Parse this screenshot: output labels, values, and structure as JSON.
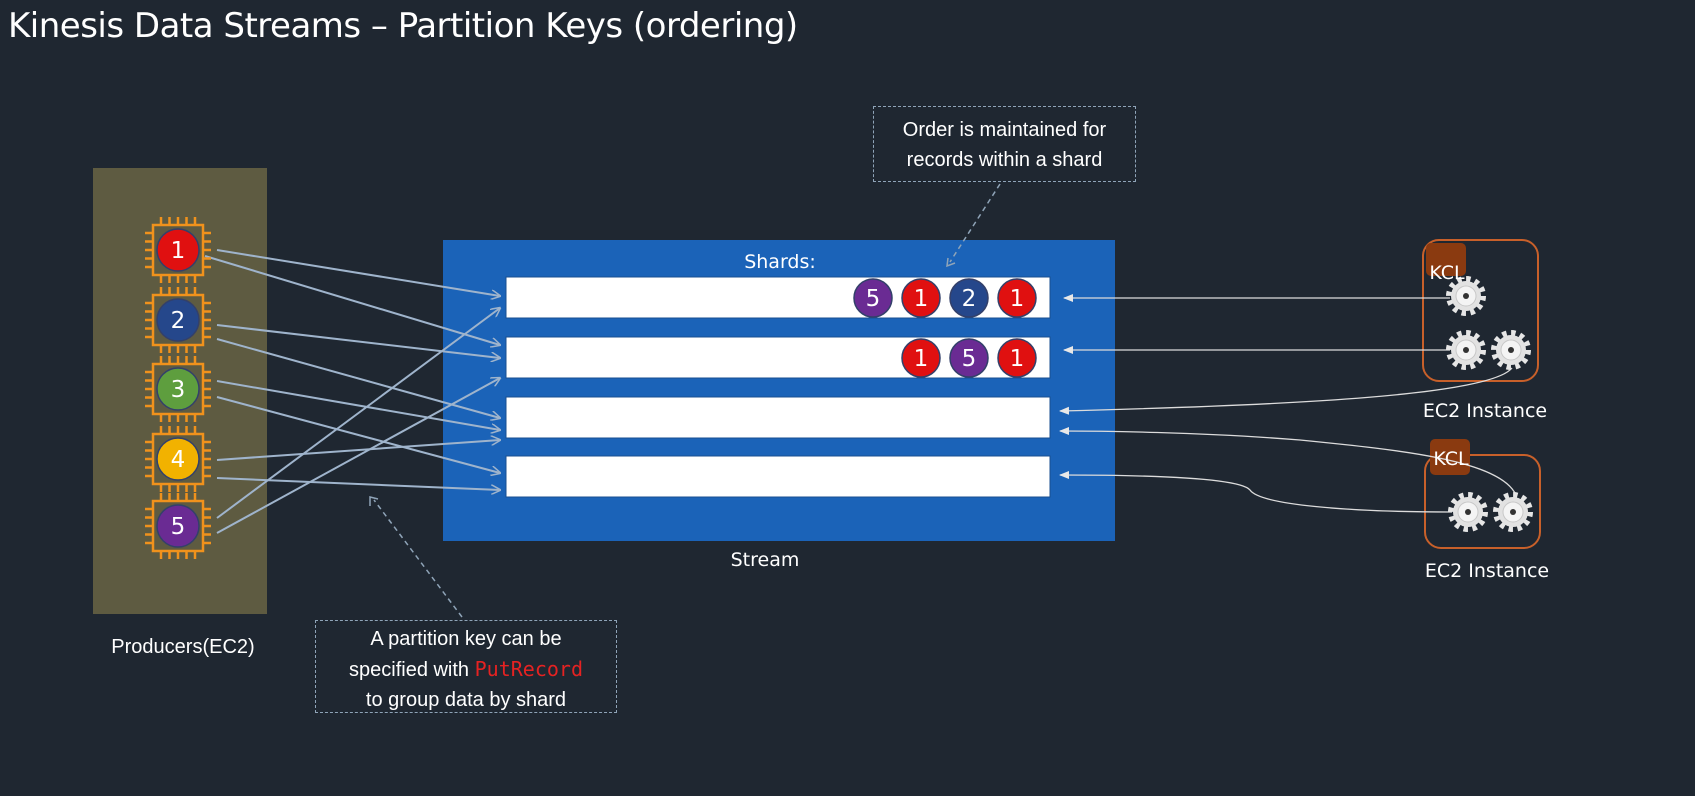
{
  "title": "Kinesis Data Streams – Partition Keys (ordering)",
  "producers": {
    "label": "Producers(EC2)",
    "items": [
      {
        "key": "1",
        "color": "#e01010"
      },
      {
        "key": "2",
        "color": "#25478b"
      },
      {
        "key": "3",
        "color": "#5e9e3e"
      },
      {
        "key": "4",
        "color": "#f2b200"
      },
      {
        "key": "5",
        "color": "#6a2b93"
      }
    ]
  },
  "stream": {
    "label": "Stream",
    "shards_label": "Shards:",
    "shards": [
      {
        "records": [
          "5",
          "1",
          "2",
          "1"
        ]
      },
      {
        "records": [
          "1",
          "5",
          "1"
        ]
      },
      {
        "records": []
      },
      {
        "records": []
      }
    ]
  },
  "consumers": [
    {
      "tag": "KCL",
      "label": "EC2 Instance"
    },
    {
      "tag": "KCL",
      "label": "EC2 Instance"
    }
  ],
  "callouts": {
    "ordering_line1": "Order is maintained for",
    "ordering_line2": "records within a shard",
    "partition_line1": "A partition key can be",
    "partition_line2_pre": "specified with ",
    "partition_code": "PutRecord",
    "partition_line3": "to group data by shard"
  },
  "colors": {
    "stream": "#1b63b8",
    "kcl": "#8a3a10",
    "ec2_border": "#c8602a"
  }
}
